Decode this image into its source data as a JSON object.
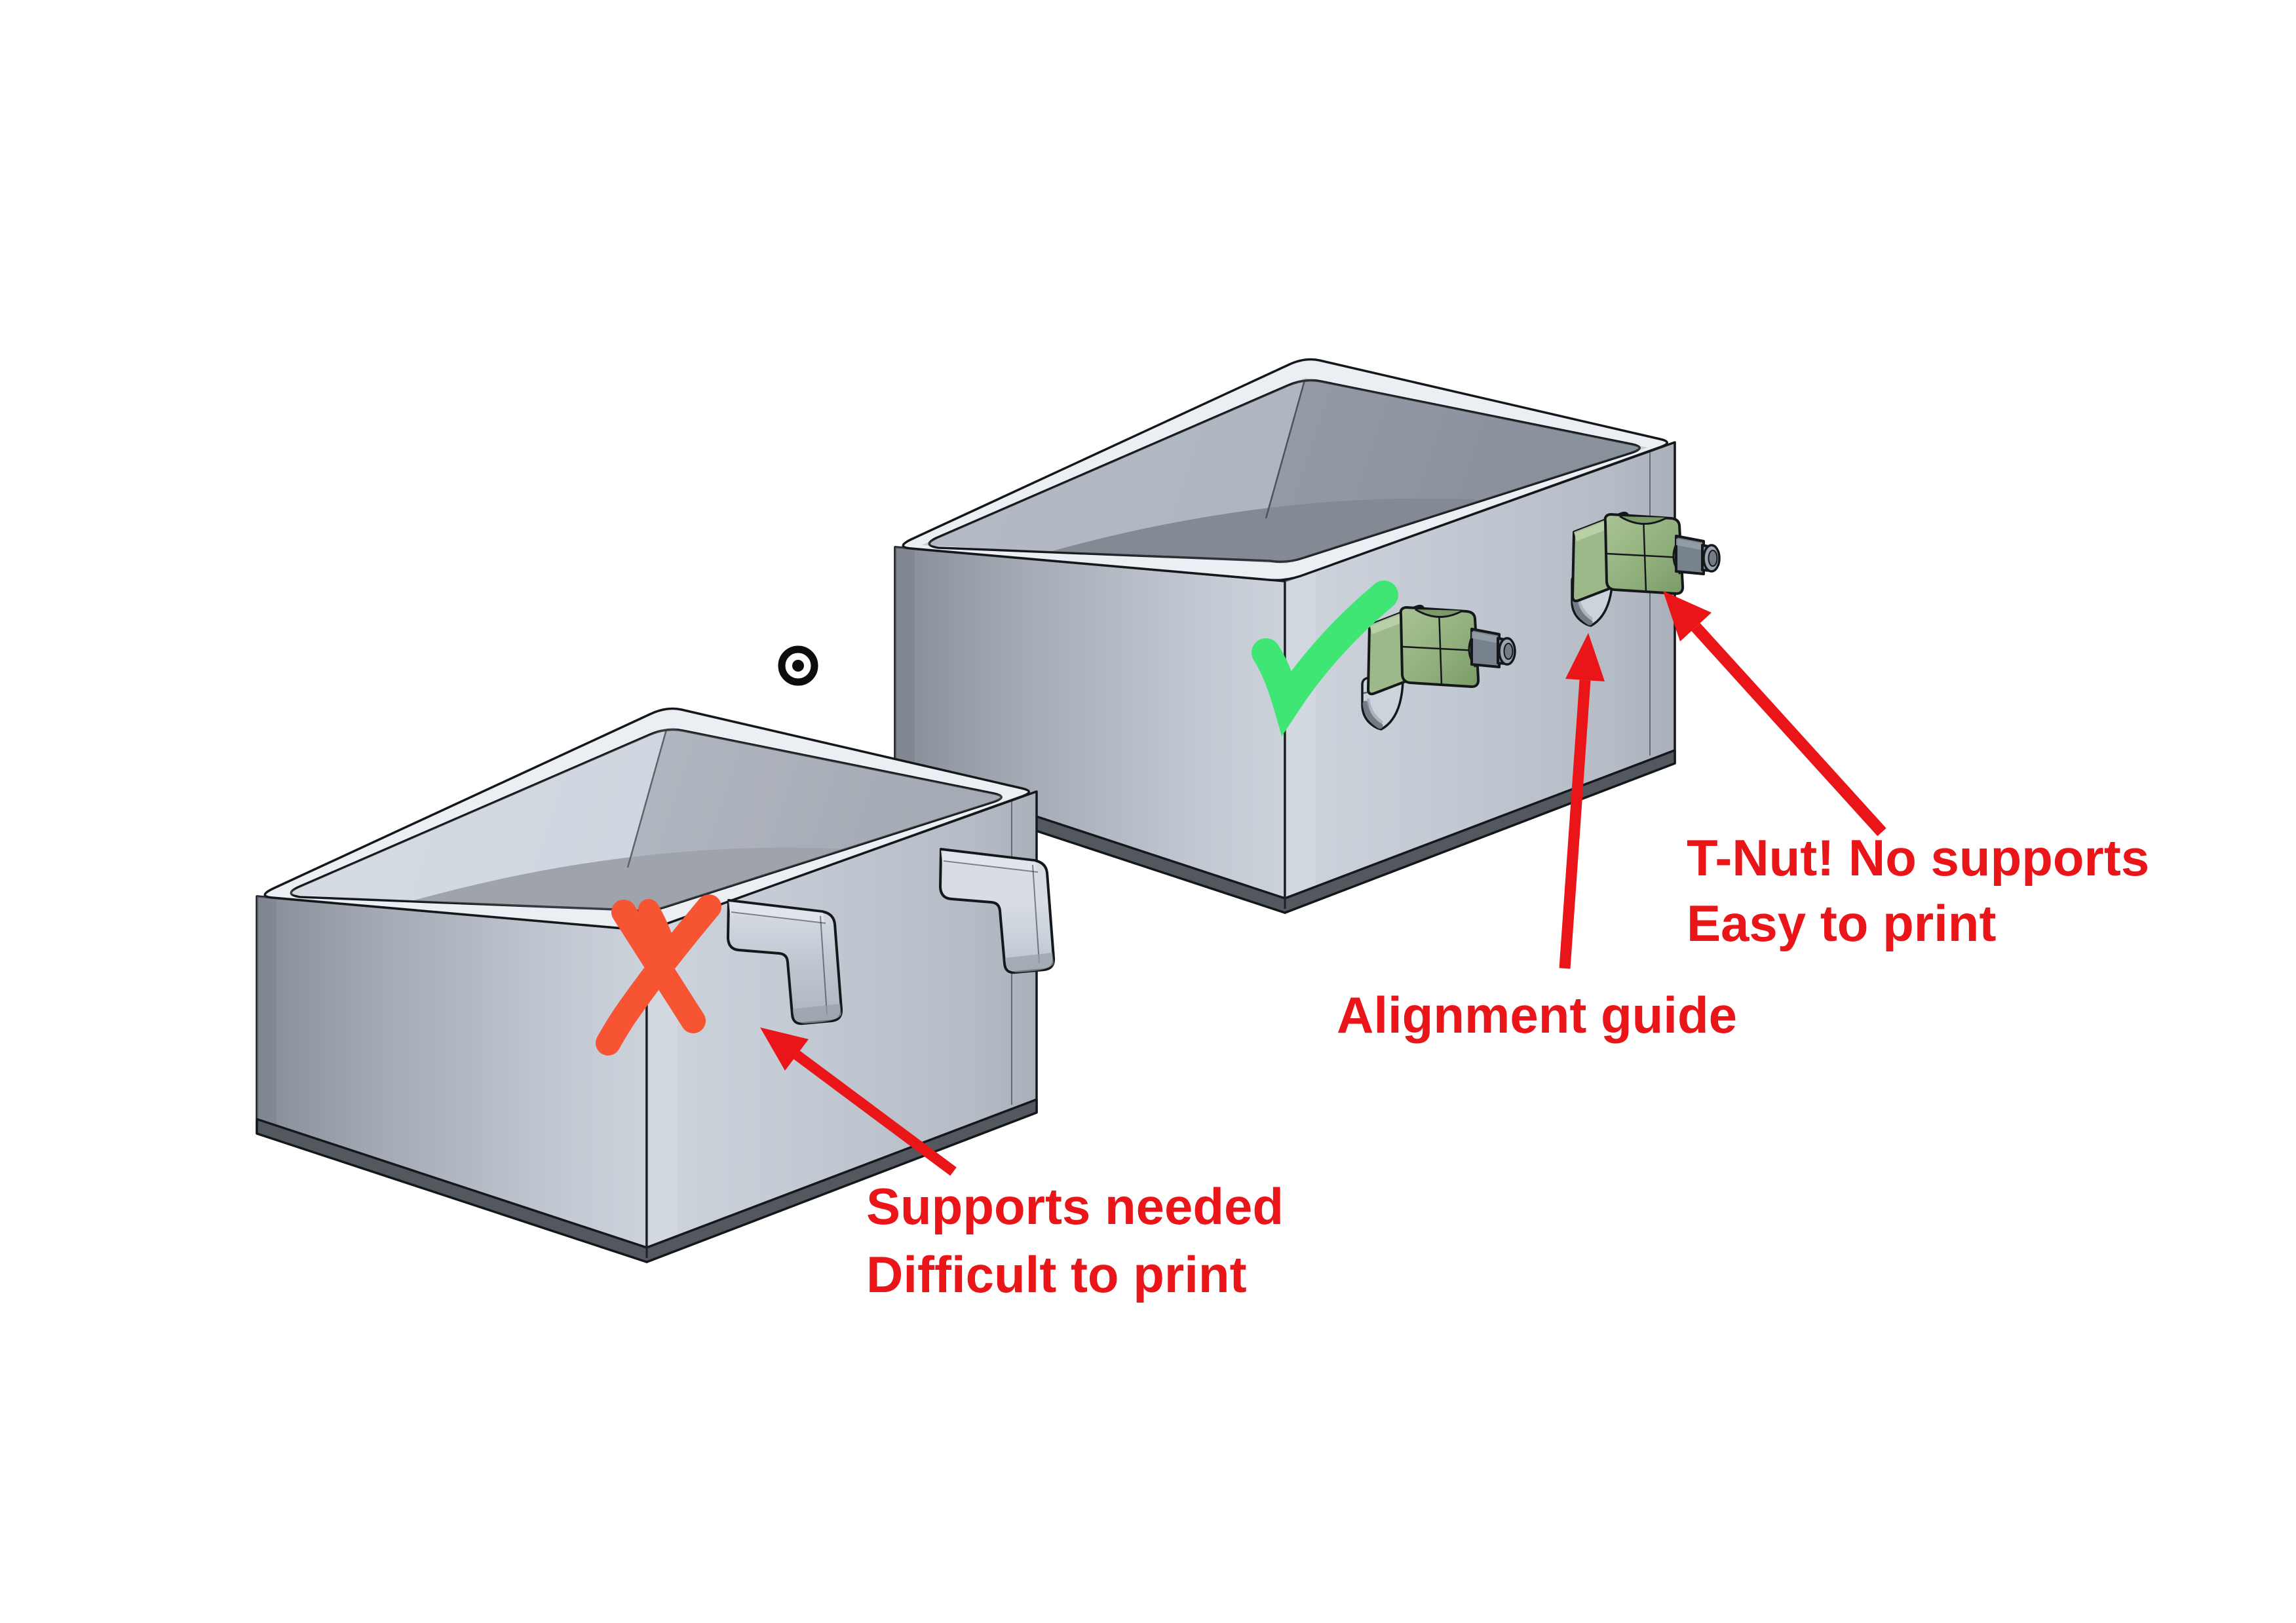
{
  "diagram": {
    "type": "cad-annotated-comparison",
    "background": "#ffffff",
    "labels": {
      "supports_line1": "Supports needed",
      "supports_line2": "Difficult to print",
      "alignment": "Alignment guide",
      "tnut_line1": "T-Nut! No supports",
      "tnut_line2": "Easy to print"
    },
    "marks": {
      "reject_mark": "x-mark",
      "approve_mark": "check-mark",
      "origin_marker": "origin-target-icon"
    },
    "colors": {
      "annotation_red": "#ea1518",
      "x_mark_orange": "#f65433",
      "check_green": "#40e673",
      "bin_gray": "#c3cad4",
      "bin_dark_gray": "#8a919b",
      "tnut_green": "#96b383",
      "outline": "#15181b"
    }
  }
}
